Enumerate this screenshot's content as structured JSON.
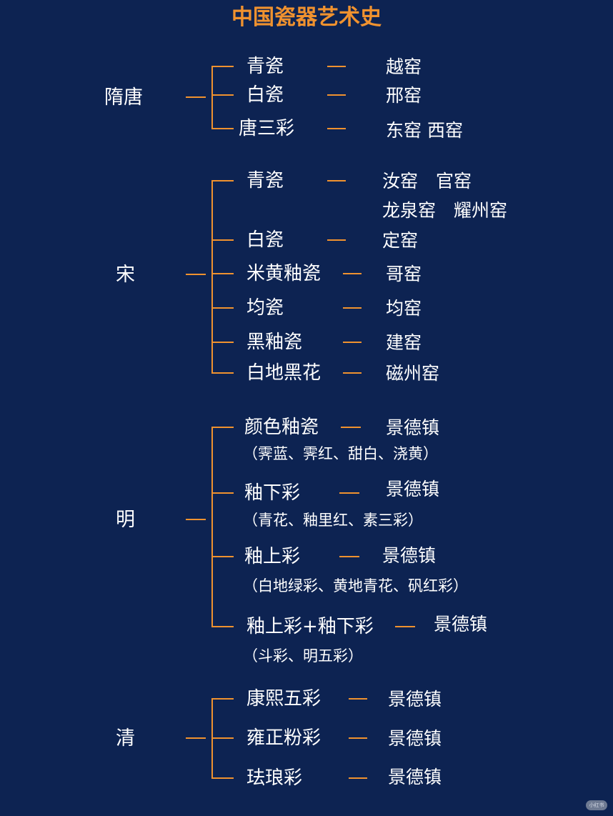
{
  "title": "中国瓷器艺术史",
  "colors": {
    "background": "#0d2352",
    "accent": "#f0922f",
    "text": "#ffffff"
  },
  "dynasties": [
    {
      "name": "隋唐",
      "items": [
        {
          "category": "青瓷",
          "kilns": [
            "越窑"
          ]
        },
        {
          "category": "白瓷",
          "kilns": [
            "邢窑"
          ]
        },
        {
          "category": "唐三彩",
          "kilns": [
            "东窑 西窑"
          ]
        }
      ]
    },
    {
      "name": "宋",
      "items": [
        {
          "category": "青瓷",
          "kilns": [
            "汝窑　官窑",
            "龙泉窑　耀州窑"
          ]
        },
        {
          "category": "白瓷",
          "kilns": [
            "定窑"
          ]
        },
        {
          "category": "米黄釉瓷",
          "kilns": [
            "哥窑"
          ]
        },
        {
          "category": "均瓷",
          "kilns": [
            "均窑"
          ]
        },
        {
          "category": "黑釉瓷",
          "kilns": [
            "建窑"
          ]
        },
        {
          "category": "白地黑花",
          "kilns": [
            "磁州窑"
          ]
        }
      ]
    },
    {
      "name": "明",
      "items": [
        {
          "category": "颜色釉瓷",
          "kilns": [
            "景德镇"
          ],
          "note": "（霁蓝、霁红、甜白、浇黄）"
        },
        {
          "category": "釉下彩",
          "kilns": [
            "景德镇"
          ],
          "note": "（青花、釉里红、素三彩）"
        },
        {
          "category": "釉上彩",
          "kilns": [
            "景德镇"
          ],
          "note": "（白地绿彩、黄地青花、矾红彩）"
        },
        {
          "category": "釉上彩+釉下彩",
          "kilns": [
            "景德镇"
          ],
          "note": "（斗彩、明五彩）"
        }
      ]
    },
    {
      "name": "清",
      "items": [
        {
          "category": "康熙五彩",
          "kilns": [
            "景德镇"
          ]
        },
        {
          "category": "雍正粉彩",
          "kilns": [
            "景德镇"
          ]
        },
        {
          "category": "珐琅彩",
          "kilns": [
            "景德镇"
          ]
        }
      ]
    }
  ],
  "watermark": "小红书"
}
